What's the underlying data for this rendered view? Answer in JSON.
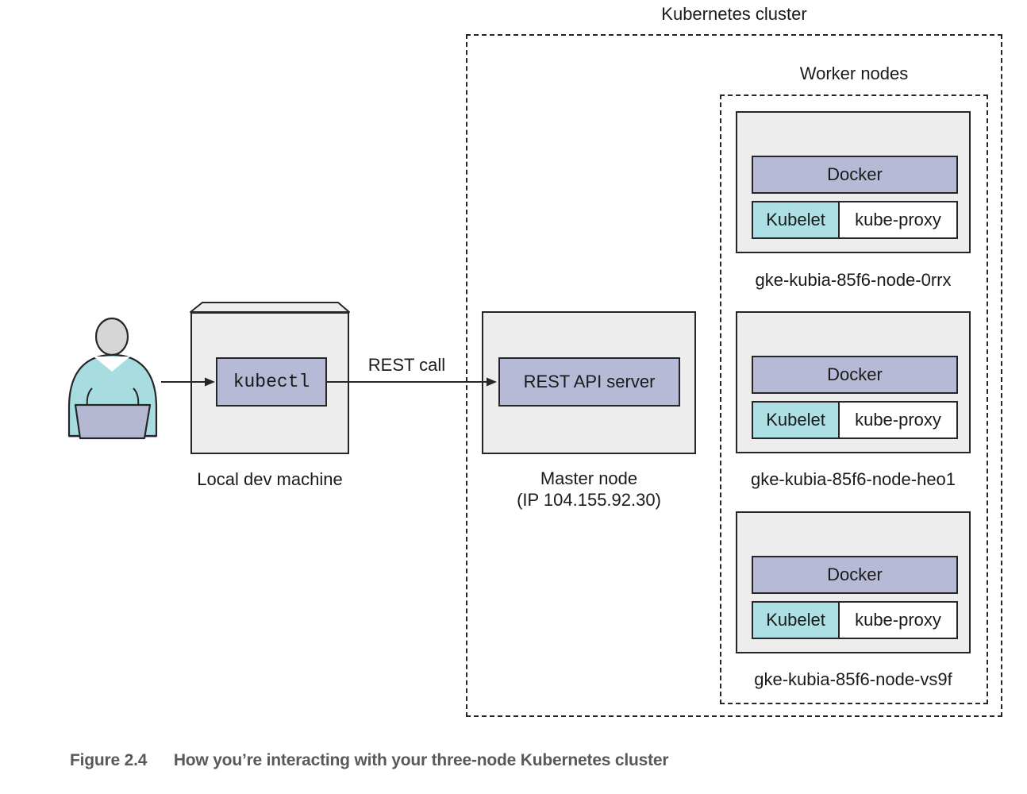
{
  "title": "Kubernetes cluster",
  "rest_call_label": "REST call",
  "local_machine": {
    "kubectl": "kubectl",
    "label": "Local dev machine"
  },
  "master": {
    "api_server": "REST API server",
    "label": "Master node",
    "ip": "(IP 104.155.92.30)"
  },
  "workers": {
    "label": "Worker nodes",
    "nodes": [
      {
        "docker": "Docker",
        "kubelet": "Kubelet",
        "kube_proxy": "kube-proxy",
        "name": "gke-kubia-85f6-node-0rrx"
      },
      {
        "docker": "Docker",
        "kubelet": "Kubelet",
        "kube_proxy": "kube-proxy",
        "name": "gke-kubia-85f6-node-heo1"
      },
      {
        "docker": "Docker",
        "kubelet": "Kubelet",
        "kube_proxy": "kube-proxy",
        "name": "gke-kubia-85f6-node-vs9f"
      }
    ]
  },
  "caption": {
    "label": "Figure 2.4",
    "text": "How you’re interacting with your three-node Kubernetes cluster"
  },
  "colors": {
    "panel_gray": "#ededed",
    "component_blue": "#b6bad6",
    "kubelet_teal": "#ade0e5",
    "body_teal": "#a7dde1",
    "laptop_purple": "#b5b8d3",
    "shadow_purple": "#b4abd1",
    "head_gray": "#d6d6d6",
    "outline": "#262626",
    "caption_gray": "#58595b"
  }
}
